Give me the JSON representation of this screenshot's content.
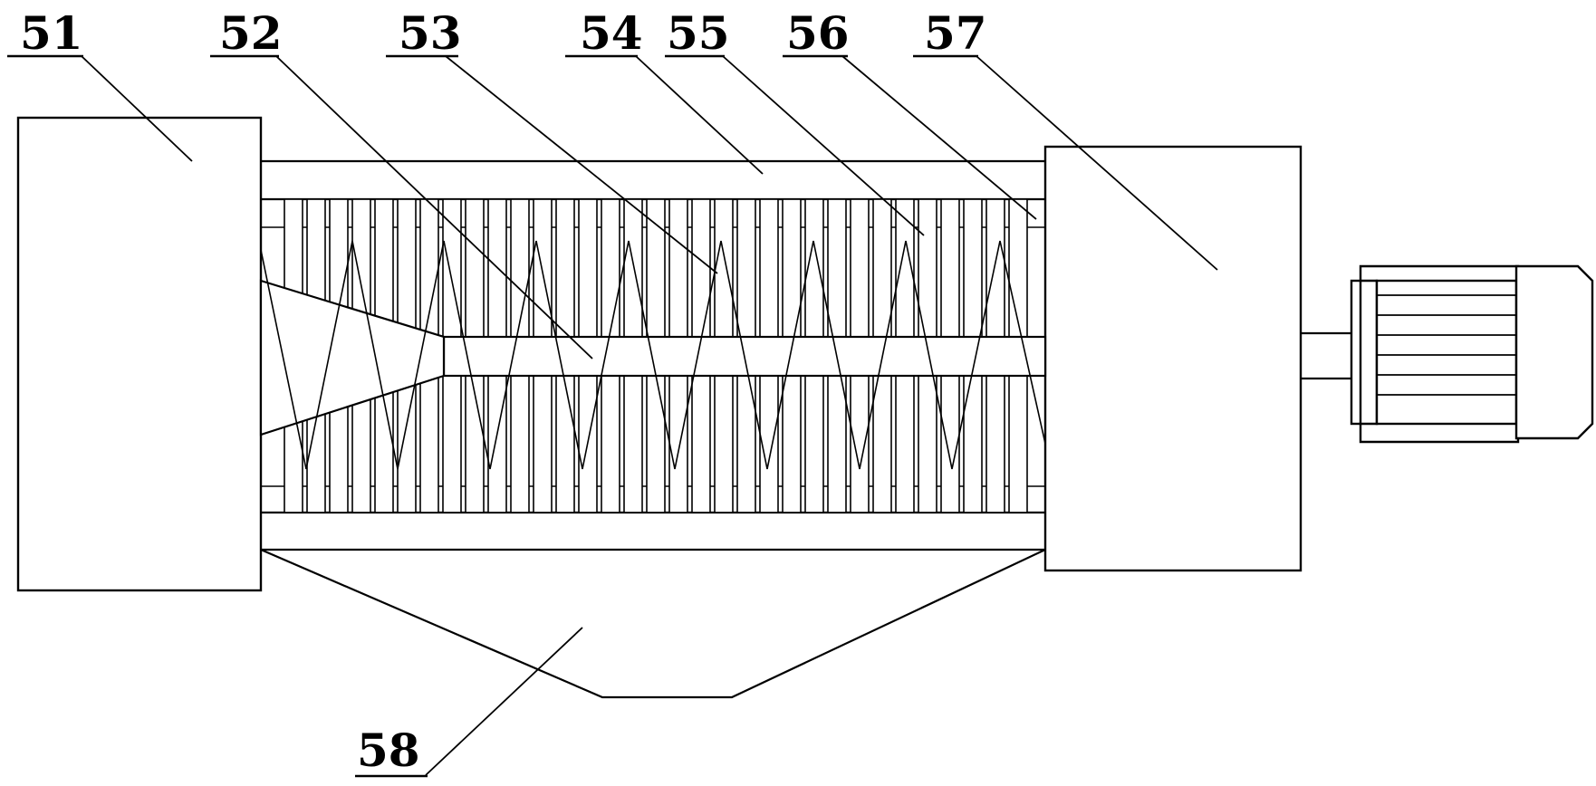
{
  "labels": {
    "l51": "51",
    "l52": "52",
    "l53": "53",
    "l54": "54",
    "l55": "55",
    "l56": "56",
    "l57": "57",
    "l58": "58"
  }
}
